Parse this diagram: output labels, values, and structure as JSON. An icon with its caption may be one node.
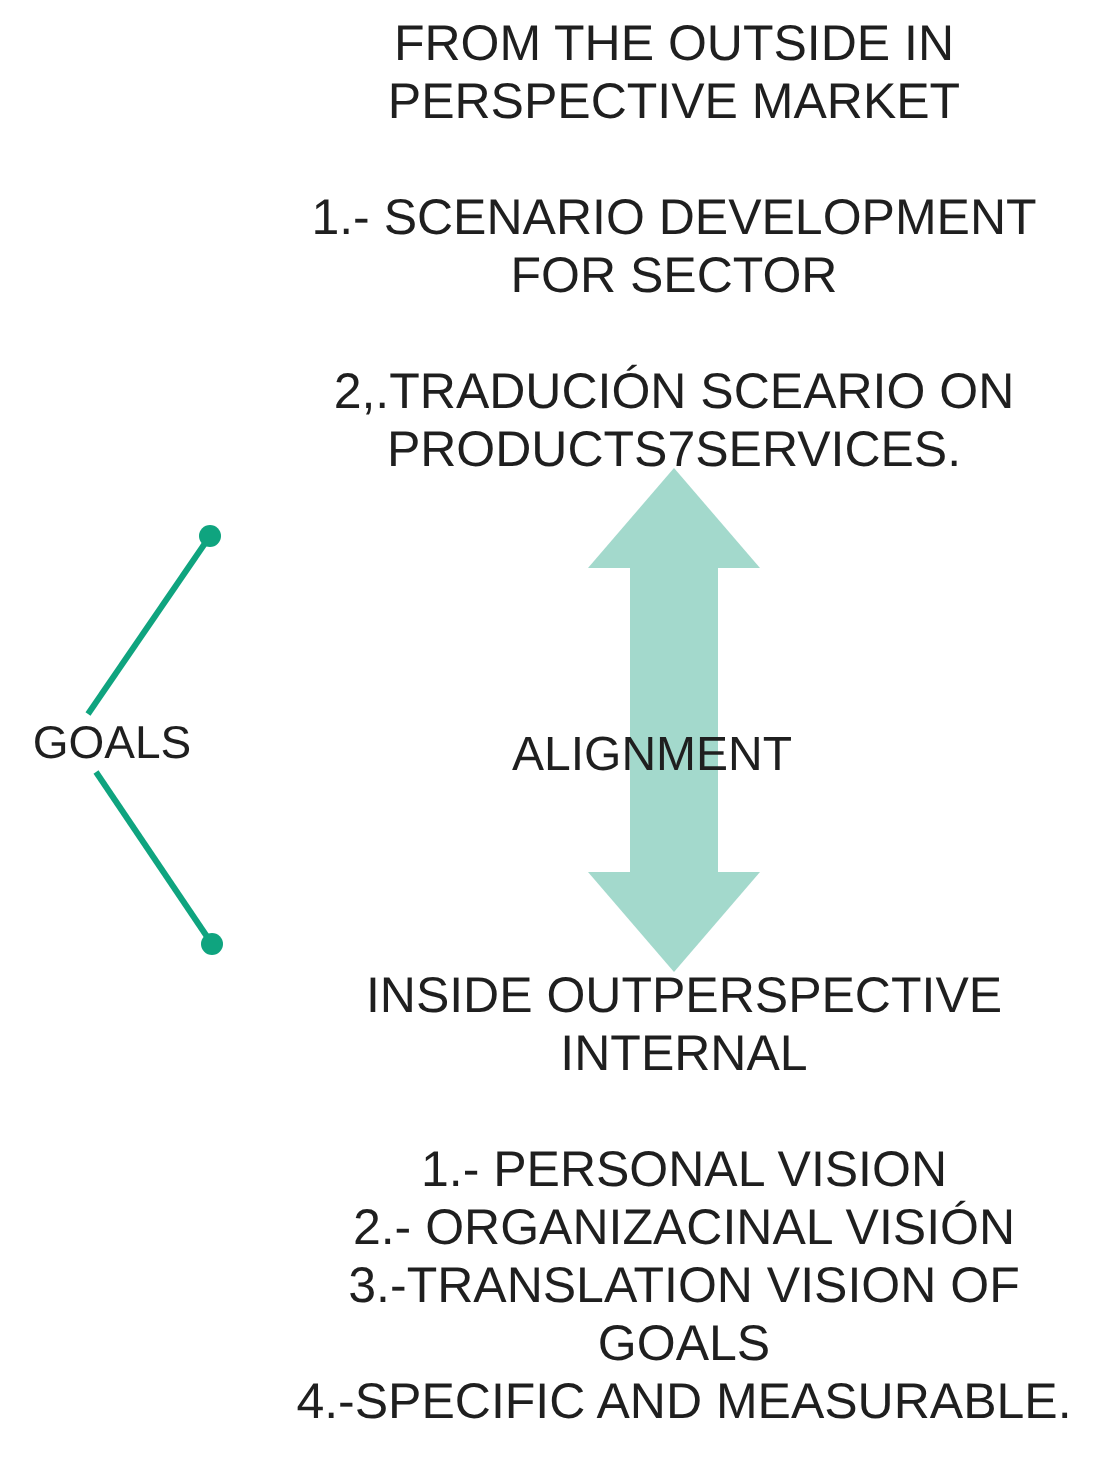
{
  "diagram": {
    "nodes": [
      {
        "text": [
          "FROM THE OUTSIDE IN PERSPECTIVE MARKET",
          "1.- SCENARIO DEVELOPMENT FOR SECTOR",
          "2,.TRADUCIÓN SCEARIO ON PRODUCTS7SERVICES."
        ]
      },
      {
        "text": [
          "INSIDE OUTPERSPECTIVE INTERNAL",
          "1.- PERSONAL VISION",
          "2.- ORGANIZACINAL VISIÓN",
          "3.-TRANSLATION VISION OF GOALS",
          "4.-SPECIFIC AND MEASURABLE."
        ]
      },
      {
        "text": [
          "GOALS"
        ]
      }
    ],
    "edges": [
      {
        "from": 0,
        "to": 1,
        "arrow": "both",
        "label": "ALIGNMENT",
        "style": "thick",
        "color": "#a3d9cc"
      },
      {
        "from": 2,
        "to": null,
        "arrow": "other"
      },
      {
        "from": 2,
        "to": null,
        "arrow": "other"
      }
    ]
  }
}
